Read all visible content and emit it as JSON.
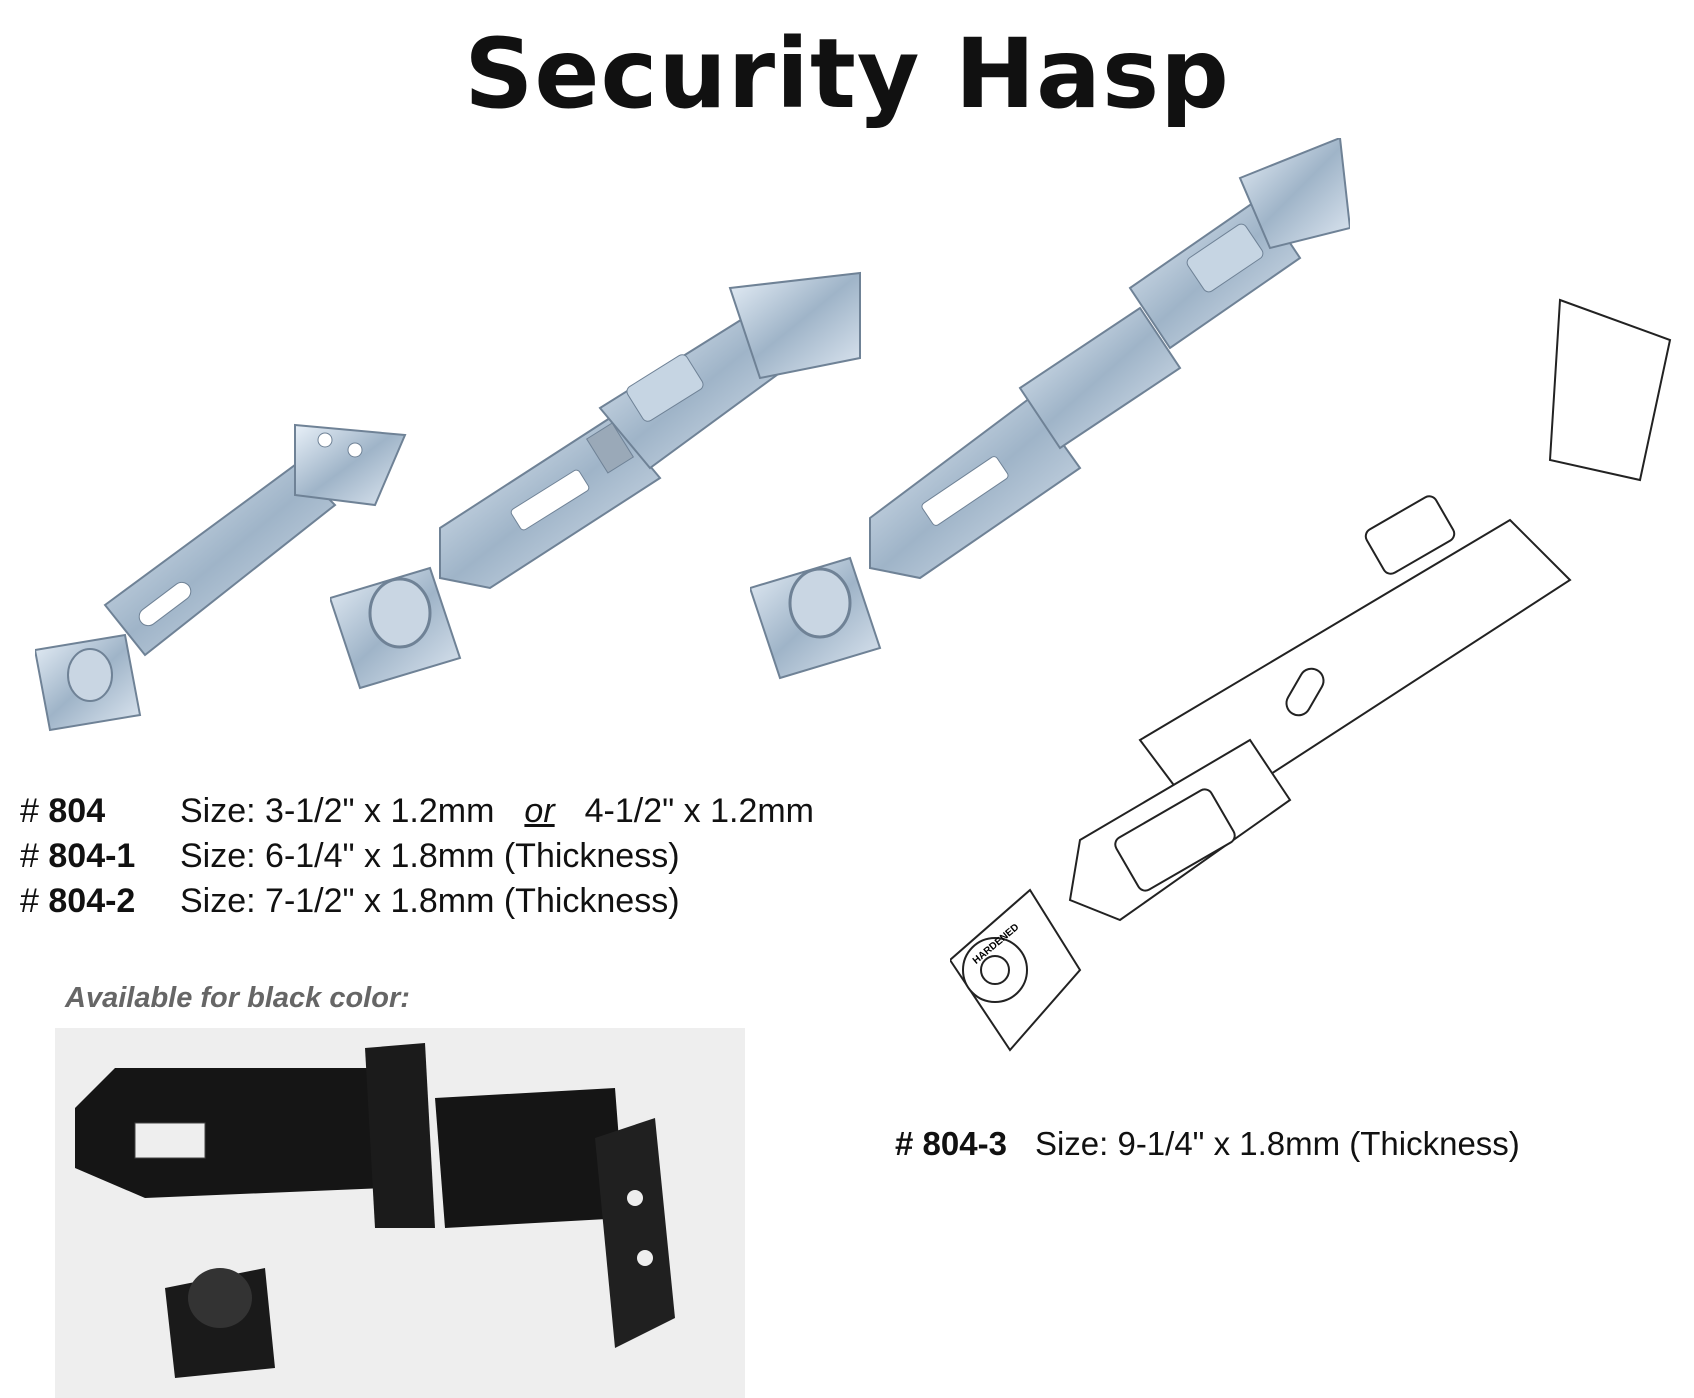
{
  "title": "Security Hasp",
  "products": [
    {
      "hash": "#",
      "code": "804",
      "size": "Size: 3-1/2\" x 1.2mm",
      "or": "or",
      "alt_size": "4-1/2\" x 1.2mm"
    },
    {
      "hash": "#",
      "code": "804-1",
      "size": "Size: 6-1/4\" x 1.8mm (Thickness)"
    },
    {
      "hash": "#",
      "code": "804-2",
      "size": "Size: 7-1/2\" x 1.8mm (Thickness)"
    },
    {
      "hash": "#",
      "code": "804-3",
      "size": "Size: 9-1/4\" x 1.8mm (Thickness)"
    }
  ],
  "black_note": "Available for black color:",
  "drawing_stamp": "HARDENED",
  "colors": {
    "zinc": "#b9c9d8",
    "black_finish": "#141414"
  }
}
